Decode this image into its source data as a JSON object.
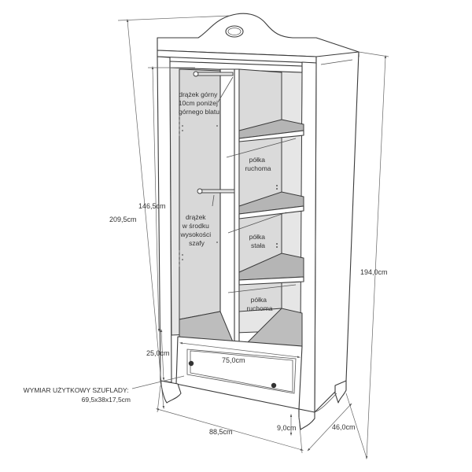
{
  "labels": {
    "rod_top": [
      "drążek górny",
      "10cm poniżej",
      "górnego blatu"
    ],
    "rod_middle": [
      "drążek",
      "w środku",
      "wysokości",
      "szafy"
    ],
    "shelf_top": [
      "półka",
      "ruchoma"
    ],
    "shelf_fixed": [
      "półka",
      "stała"
    ],
    "shelf_bottom": [
      "półka",
      "ruchoma"
    ],
    "drawer_dims": [
      "WYMIAR UŻYTKOWY SZUFLADY:",
      "69,5x38x17,5cm"
    ]
  },
  "dimensions": {
    "total_height": "209,5cm",
    "inner_height": "146,5cm",
    "body_height": "194,0cm",
    "drawer_height": "25,0cm",
    "inner_width": "75,0cm",
    "total_width": "88,5cm",
    "plinth": "9,0cm",
    "depth": "46,0cm"
  }
}
